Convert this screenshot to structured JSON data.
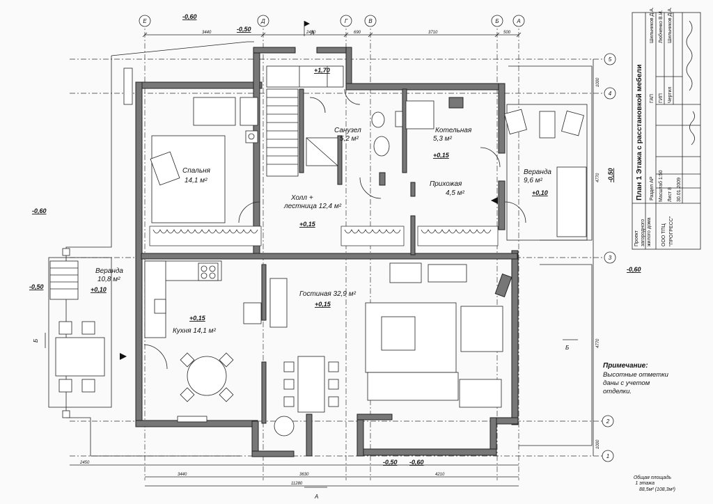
{
  "axes": {
    "letters": [
      "Е",
      "Д",
      "Г",
      "В",
      "Б",
      "А"
    ],
    "numbers": [
      "5",
      "4",
      "3",
      "2",
      "1"
    ]
  },
  "dims": {
    "top": [
      "3440",
      "2450",
      "690",
      "3710",
      "500"
    ],
    "bottom": [
      "2450",
      "3440",
      "3630",
      "4210"
    ],
    "total": "11280",
    "right": [
      "1000",
      "4770",
      "4770",
      "1000"
    ]
  },
  "levels": {
    "m060": "-0,60",
    "m050": "-0,50",
    "p170": "+1,70",
    "p015": "+0,15",
    "p010": "+0,10"
  },
  "section_labels": {
    "a": "А",
    "b": "Б"
  },
  "rooms": {
    "bedroom": {
      "name": "Спальня",
      "area": "14,1 м²"
    },
    "bath": {
      "name": "Санузел",
      "area": "5,2 м²"
    },
    "boiler": {
      "name": "Котельная",
      "area": "5,3 м²"
    },
    "hall": {
      "name1": "Холл +",
      "name2": "лестница 12,4 м²"
    },
    "entry": {
      "name": "Прихожая",
      "area": "4,5 м²"
    },
    "veranda_right": {
      "name": "Веранда",
      "area": "9,6 м²"
    },
    "veranda_left": {
      "name": "Веранда",
      "area": "10,8 м²"
    },
    "kitchen": {
      "name": "Кухня 14,1 м²"
    },
    "living": {
      "name": "Гостиная 32,9 м²"
    }
  },
  "note": {
    "title": "Примечание:",
    "lines": [
      "Высотные отметки",
      "даны с учетом",
      "отделки."
    ]
  },
  "total_area": {
    "lines": [
      "Общая площадь",
      "1 этажа",
      "88,5м² (108,3м²)"
    ]
  },
  "title_block": {
    "main": "План 1 Этажа с расстановкой мебели",
    "section": "Раздел АР",
    "scale": "Масштаб 1:50",
    "sheet": "Лист 8",
    "date": "30.01.2009",
    "project": [
      "Проект",
      "загородного",
      "жилого дома"
    ],
    "org": [
      "ООО ТПЦ",
      "\"ПРОГРЕСС\""
    ],
    "roles": [
      "ГАП",
      "ГИП",
      "Чертил"
    ],
    "names": [
      "Шильников Д.А.",
      "Любченко В.И.",
      "Шильников Д.А."
    ]
  }
}
